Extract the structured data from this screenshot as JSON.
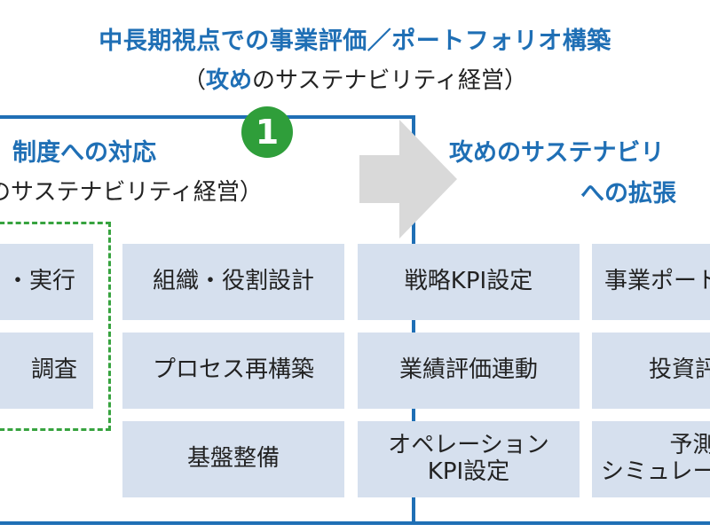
{
  "header": {
    "title": "中長期視点での事業評価／ポートフォリオ構築",
    "subtitle_open": "（",
    "subtitle_em": "攻め",
    "subtitle_rest": "のサステナビリティ経営）"
  },
  "left_section": {
    "badge": "1",
    "title": "制度への対応",
    "subtitle": "のサステナビリティ経営）",
    "partial_boxes": [
      "・実行",
      "調査"
    ],
    "boxes": [
      "組織・役割設計",
      "プロセス再構築",
      "基盤整備"
    ]
  },
  "right_section": {
    "title_line1": "攻めのサステナビリ",
    "title_line2": "への拡張",
    "boxes": [
      "戦略KPI設定",
      "業績評価連動",
      "オペレーション\nKPI設定"
    ],
    "partial_boxes": [
      "事業ポート",
      "投資評",
      "予測\nシミュレー"
    ]
  },
  "colors": {
    "accent": "#1f6fb5",
    "badge": "#2f9e3a",
    "box_fill": "#d6e0ee",
    "dashed": "#37a33f",
    "arrow": "#d9d9d9"
  }
}
